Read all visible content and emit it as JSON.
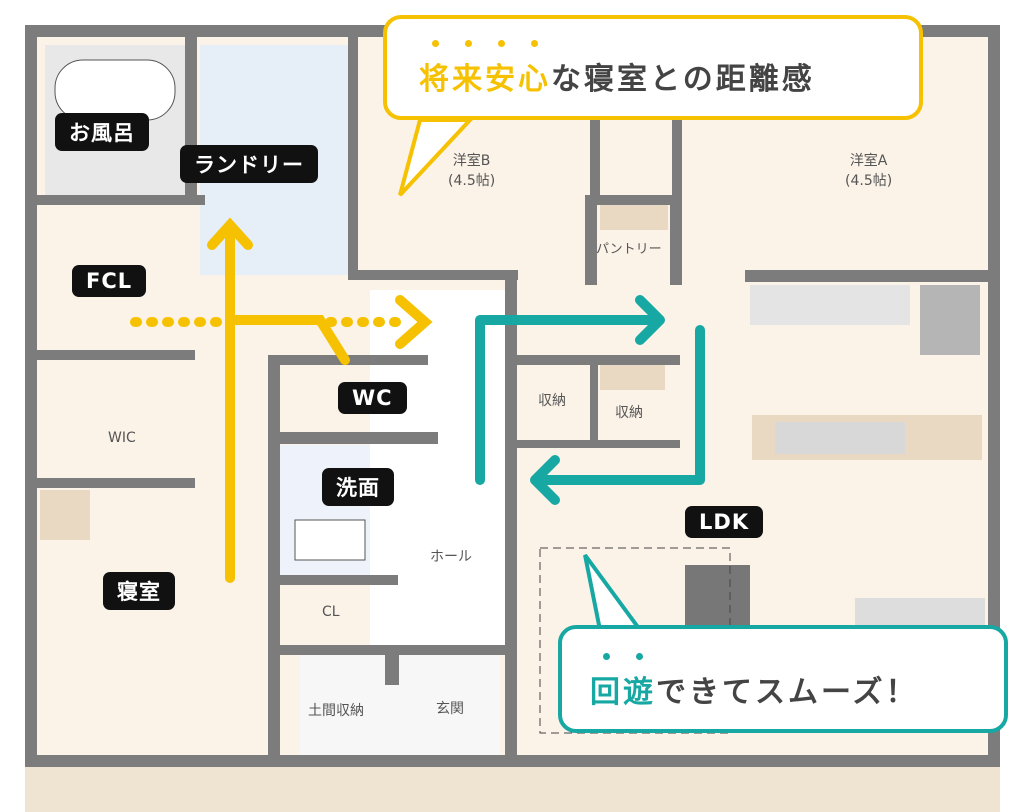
{
  "colors": {
    "wall": "#7c7c7c",
    "floor": "#fbf2e8",
    "accent_yellow": "#f5c100",
    "accent_teal": "#18a8a4",
    "tag_bg": "#111111"
  },
  "callouts": {
    "top": {
      "highlight": "将来安心",
      "rest": "な寝室との距離感"
    },
    "bottom": {
      "highlight": "回遊",
      "rest": "できてスムーズ！"
    }
  },
  "tags": {
    "bath": "お風呂",
    "laundry": "ランドリー",
    "fcl": "FCL",
    "wc": "WC",
    "washroom": "洗面",
    "ldk": "LDK",
    "bedroom": "寝室"
  },
  "rooms": {
    "western_b": "洋室B",
    "western_b_size": "(4.5帖)",
    "western_a": "洋室A",
    "western_a_size": "(4.5帖)",
    "pantry": "パントリー",
    "storage1": "収納",
    "storage2": "収納",
    "wic": "WIC",
    "hall": "ホール",
    "cl": "CL",
    "doma_storage": "土間収納",
    "entrance": "玄関"
  }
}
